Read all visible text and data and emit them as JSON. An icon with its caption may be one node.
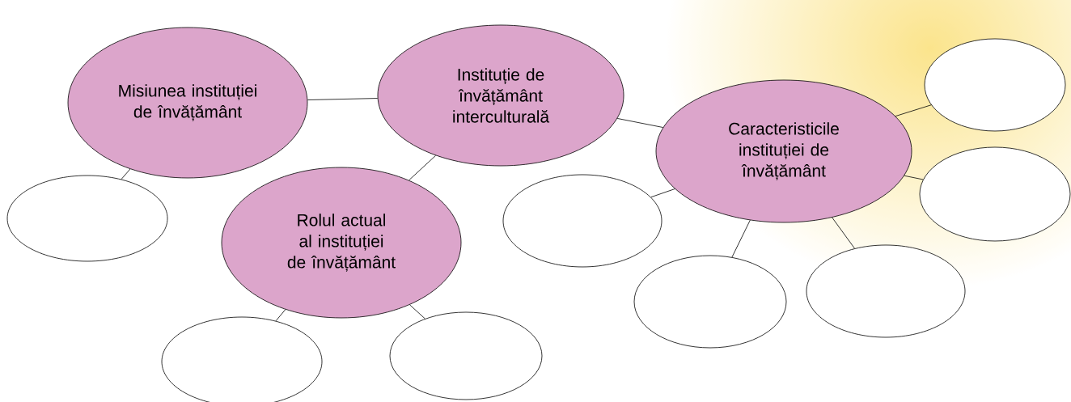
{
  "diagram": {
    "nodes": [
      {
        "text": [
          "Misiunea instituției de învățământ"
        ]
      },
      {
        "text": [
          "Instituție de învățământ interculturală"
        ]
      },
      {
        "text": [
          "Caracteristicile instituției de învățământ"
        ]
      },
      {
        "text": [
          "Rolul actual al instituției de învățământ"
        ]
      },
      {
        "text": [],
        "shape": "circle"
      },
      {
        "text": [],
        "shape": "circle"
      },
      {
        "text": [],
        "shape": "circle"
      },
      {
        "text": [],
        "shape": "circle"
      },
      {
        "text": [],
        "shape": "circle"
      },
      {
        "text": [],
        "shape": "circle"
      },
      {
        "text": [],
        "shape": "circle"
      },
      {
        "text": [],
        "shape": "circle"
      }
    ],
    "edges": [
      {
        "from": 0,
        "to": 1,
        "arrow": "none"
      },
      {
        "from": 1,
        "to": 3,
        "arrow": "none"
      },
      {
        "from": 1,
        "to": 2,
        "arrow": "none"
      },
      {
        "from": 0,
        "to": 4,
        "arrow": "none"
      },
      {
        "from": 3,
        "to": 5,
        "arrow": "none"
      },
      {
        "from": 3,
        "to": 6,
        "arrow": "none"
      },
      {
        "from": 2,
        "to": 7,
        "arrow": "none"
      },
      {
        "from": 2,
        "to": 8,
        "arrow": "none"
      },
      {
        "from": 2,
        "to": 9,
        "arrow": "none"
      },
      {
        "from": 2,
        "to": 10,
        "arrow": "none"
      },
      {
        "from": 2,
        "to": 11,
        "arrow": "none"
      }
    ]
  }
}
